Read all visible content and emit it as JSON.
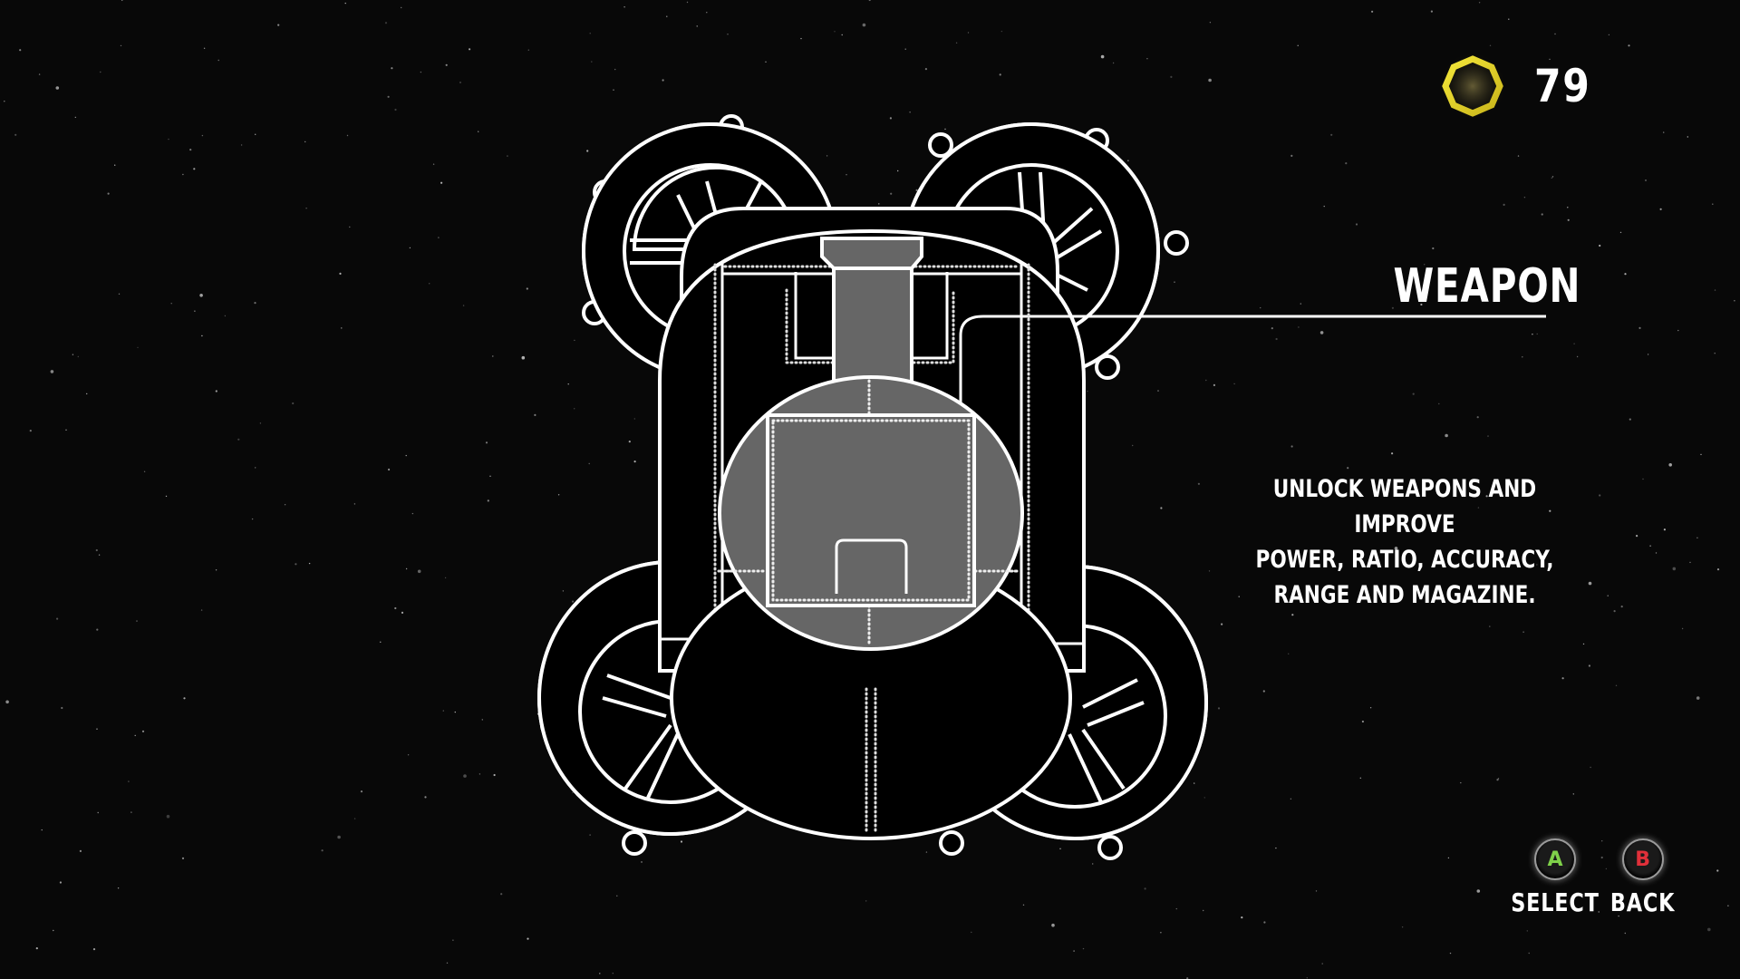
{
  "currency": {
    "icon": "octagon-coin-icon",
    "amount": "79",
    "color": "#e6d21f"
  },
  "section": {
    "title": "WEAPON",
    "description": "UNLOCK WEAPONS AND iMPROVE POWER, RATiO, ACCURACY, RANGE AND MAGAZiNE."
  },
  "description_lines": [
    "UNLOCK WEAPONS AND iMPROVE",
    "POWER, RATiO, ACCURACY,",
    "RANGE AND MAGAZiNE."
  ],
  "controls": [
    {
      "button": "A",
      "label": "SELECT",
      "color": "#7fd14a"
    },
    {
      "button": "B",
      "label": "BACK",
      "color": "#e0303a"
    }
  ],
  "ship": {
    "highlighted_part": "weapon",
    "highlight_color": "#666666",
    "outline_color": "#ffffff",
    "body_color": "#000000"
  },
  "colors": {
    "background": "#080808",
    "text": "#ffffff"
  }
}
